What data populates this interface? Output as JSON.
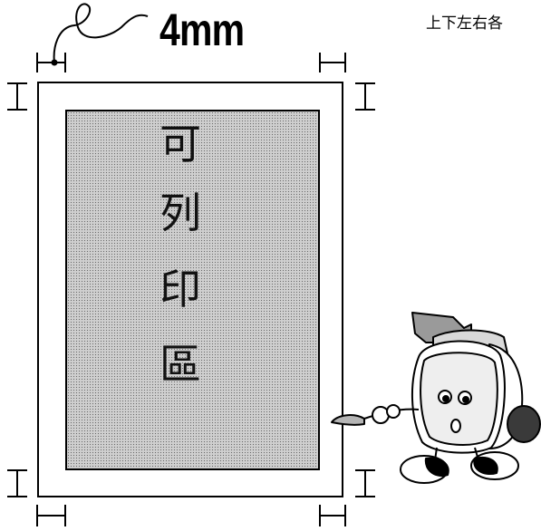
{
  "margin_label": "4mm",
  "note": "上下左右各",
  "printable_area": {
    "chars": [
      "可",
      "列",
      "印",
      "區"
    ]
  },
  "colors": {
    "ink": "#000000",
    "paper": "#ffffff",
    "dot_fill": "#cfcfcf"
  },
  "icons": [
    "margin-dimension-icon",
    "mascot-printer-icon",
    "pointer-cable-icon"
  ]
}
